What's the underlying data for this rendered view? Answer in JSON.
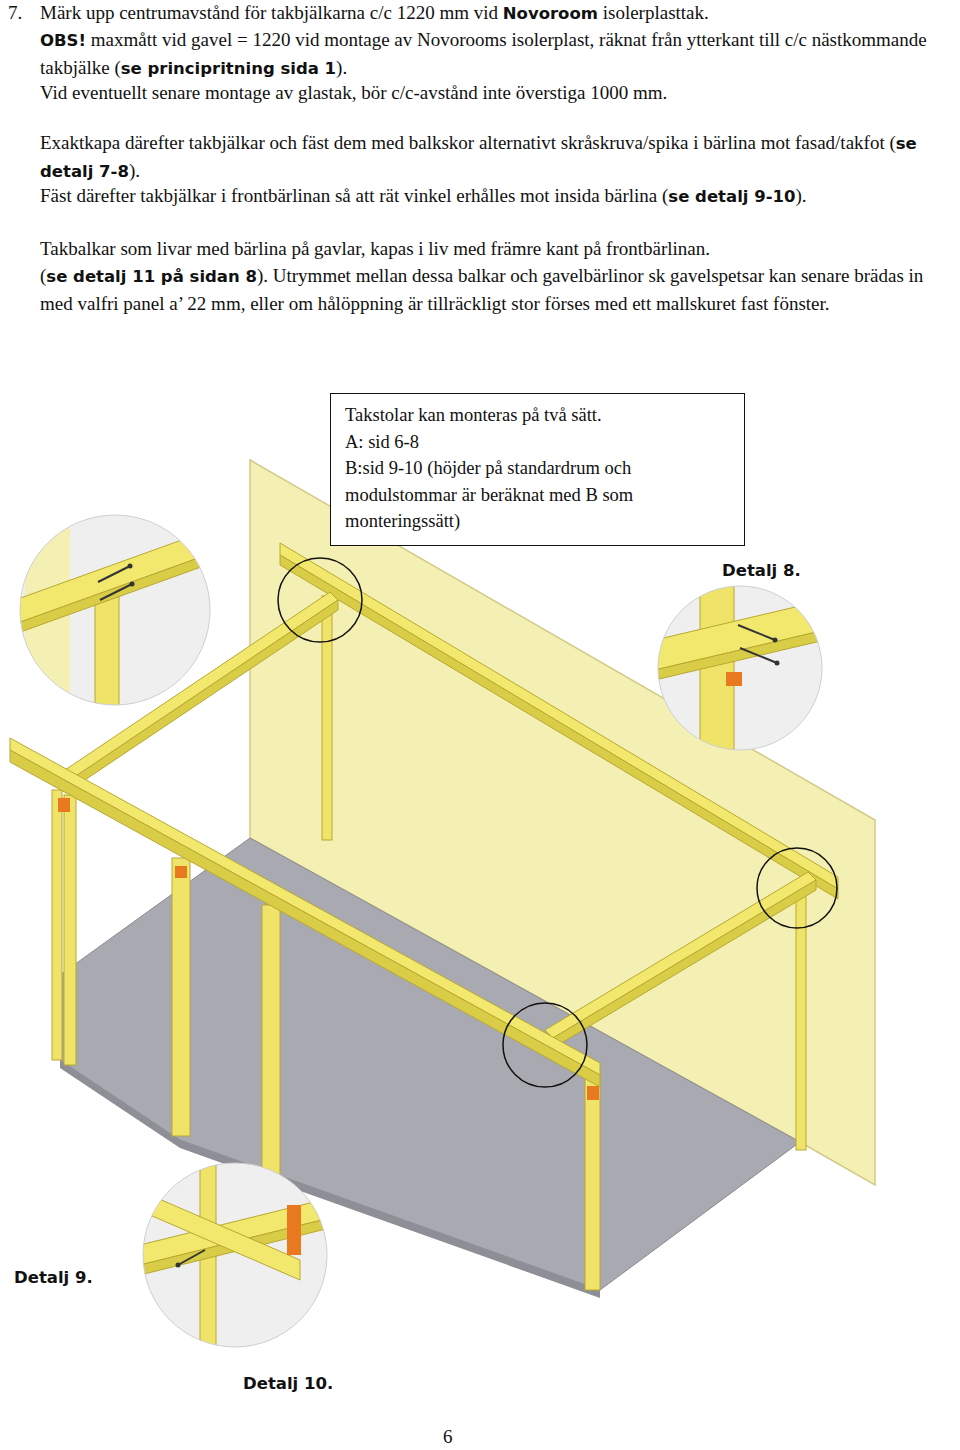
{
  "diagram": {
    "nodes": [
      {
        "text": [
          "Takstolar kan monteras på två sätt.",
          "A: sid 6-8",
          "B:sid 9-10 (höjder på standardrum och modulstommar är beräknat med B som monteringssätt)"
        ]
      }
    ],
    "labels": [
      "7.",
      "Märk upp centrumavstånd för takbjälkarna c/c 1220 mm vid",
      "Novoroom",
      "isolerplasttak.",
      "OBS!",
      "maxmått vid gavel = 1220 vid montage av Novorooms isolerplast, räknat från ytterkant till c/c nästkommande takbjälke (",
      "se principritning sida 1",
      ").",
      "Vid eventuellt senare montage av glastak, bör c/c-avstånd inte överstiga 1000 mm.",
      "Exaktkapa därefter takbjälkar och fäst dem med balkskor alternativt skråskruva/spika i bärlina mot fasad/takfot (",
      "se detalj 7-8",
      ").",
      "Fäst därefter takbjälkar i frontbärlinan så att rät vinkel erhålles mot insida bärlina (",
      "se detalj 9-10",
      ").",
      "Takbalkar som livar med bärlina på gavlar, kapas i liv med främre kant på frontbärlinan.",
      "(",
      "se detalj 11 på sidan 8",
      "). Utrymmet mellan dessa balkar och gavelbärlinor sk gavelspetsar kan senare brädas in med valfri panel a’ 22 mm, eller om hålöppning är tillräckligt stor förses med ett mallskuret fast fönster.",
      "Detalj 8.",
      "Detalj 9.",
      "Detalj 10.",
      "6"
    ]
  }
}
